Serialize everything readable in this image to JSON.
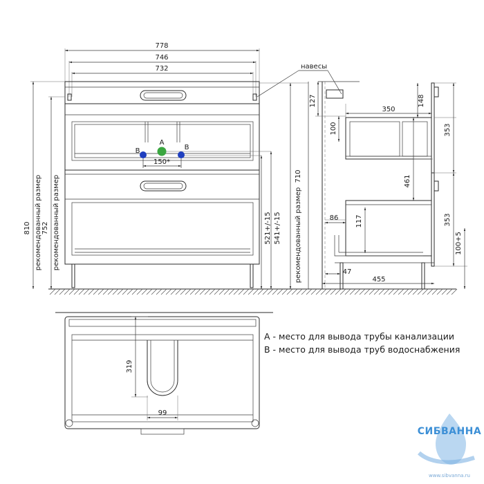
{
  "front": {
    "width_total": "778",
    "width_body": "746",
    "width_inner": "732",
    "pipe_spacing": "150*",
    "point_a": "A",
    "point_b_left": "B",
    "point_b_right": "B",
    "height_total": "810",
    "height_total_note": "рекомендованный размер",
    "height_top": "752",
    "height_top_note": "рекомендованный размер",
    "height_b": "521+/-15",
    "height_a": "541+/-15",
    "height_mount": "710",
    "height_mount_note": "рекомендованный размер"
  },
  "side": {
    "hinges_label": "навесы",
    "dim_127": "127",
    "dim_100": "100",
    "dim_350": "350",
    "dim_148": "148",
    "dim_353_top": "353",
    "dim_461": "461",
    "dim_86": "86",
    "dim_117": "117",
    "dim_353_bottom": "353",
    "dim_100_5": "100+5",
    "dim_47": "47",
    "dim_455": "455"
  },
  "plan": {
    "dim_319": "319",
    "dim_99": "99"
  },
  "legend": {
    "a_text": "А - место для вывода трубы канализации",
    "b_text": "В - место для вывода труб водоснабжения"
  },
  "colors": {
    "point_a": "#3aa640",
    "point_b": "#1f3fbf",
    "line": "#2a2a2a",
    "logo": "#3c8fd6"
  },
  "logo": {
    "text": "СИБВАННА",
    "url": "www.sibvanna.ru"
  }
}
